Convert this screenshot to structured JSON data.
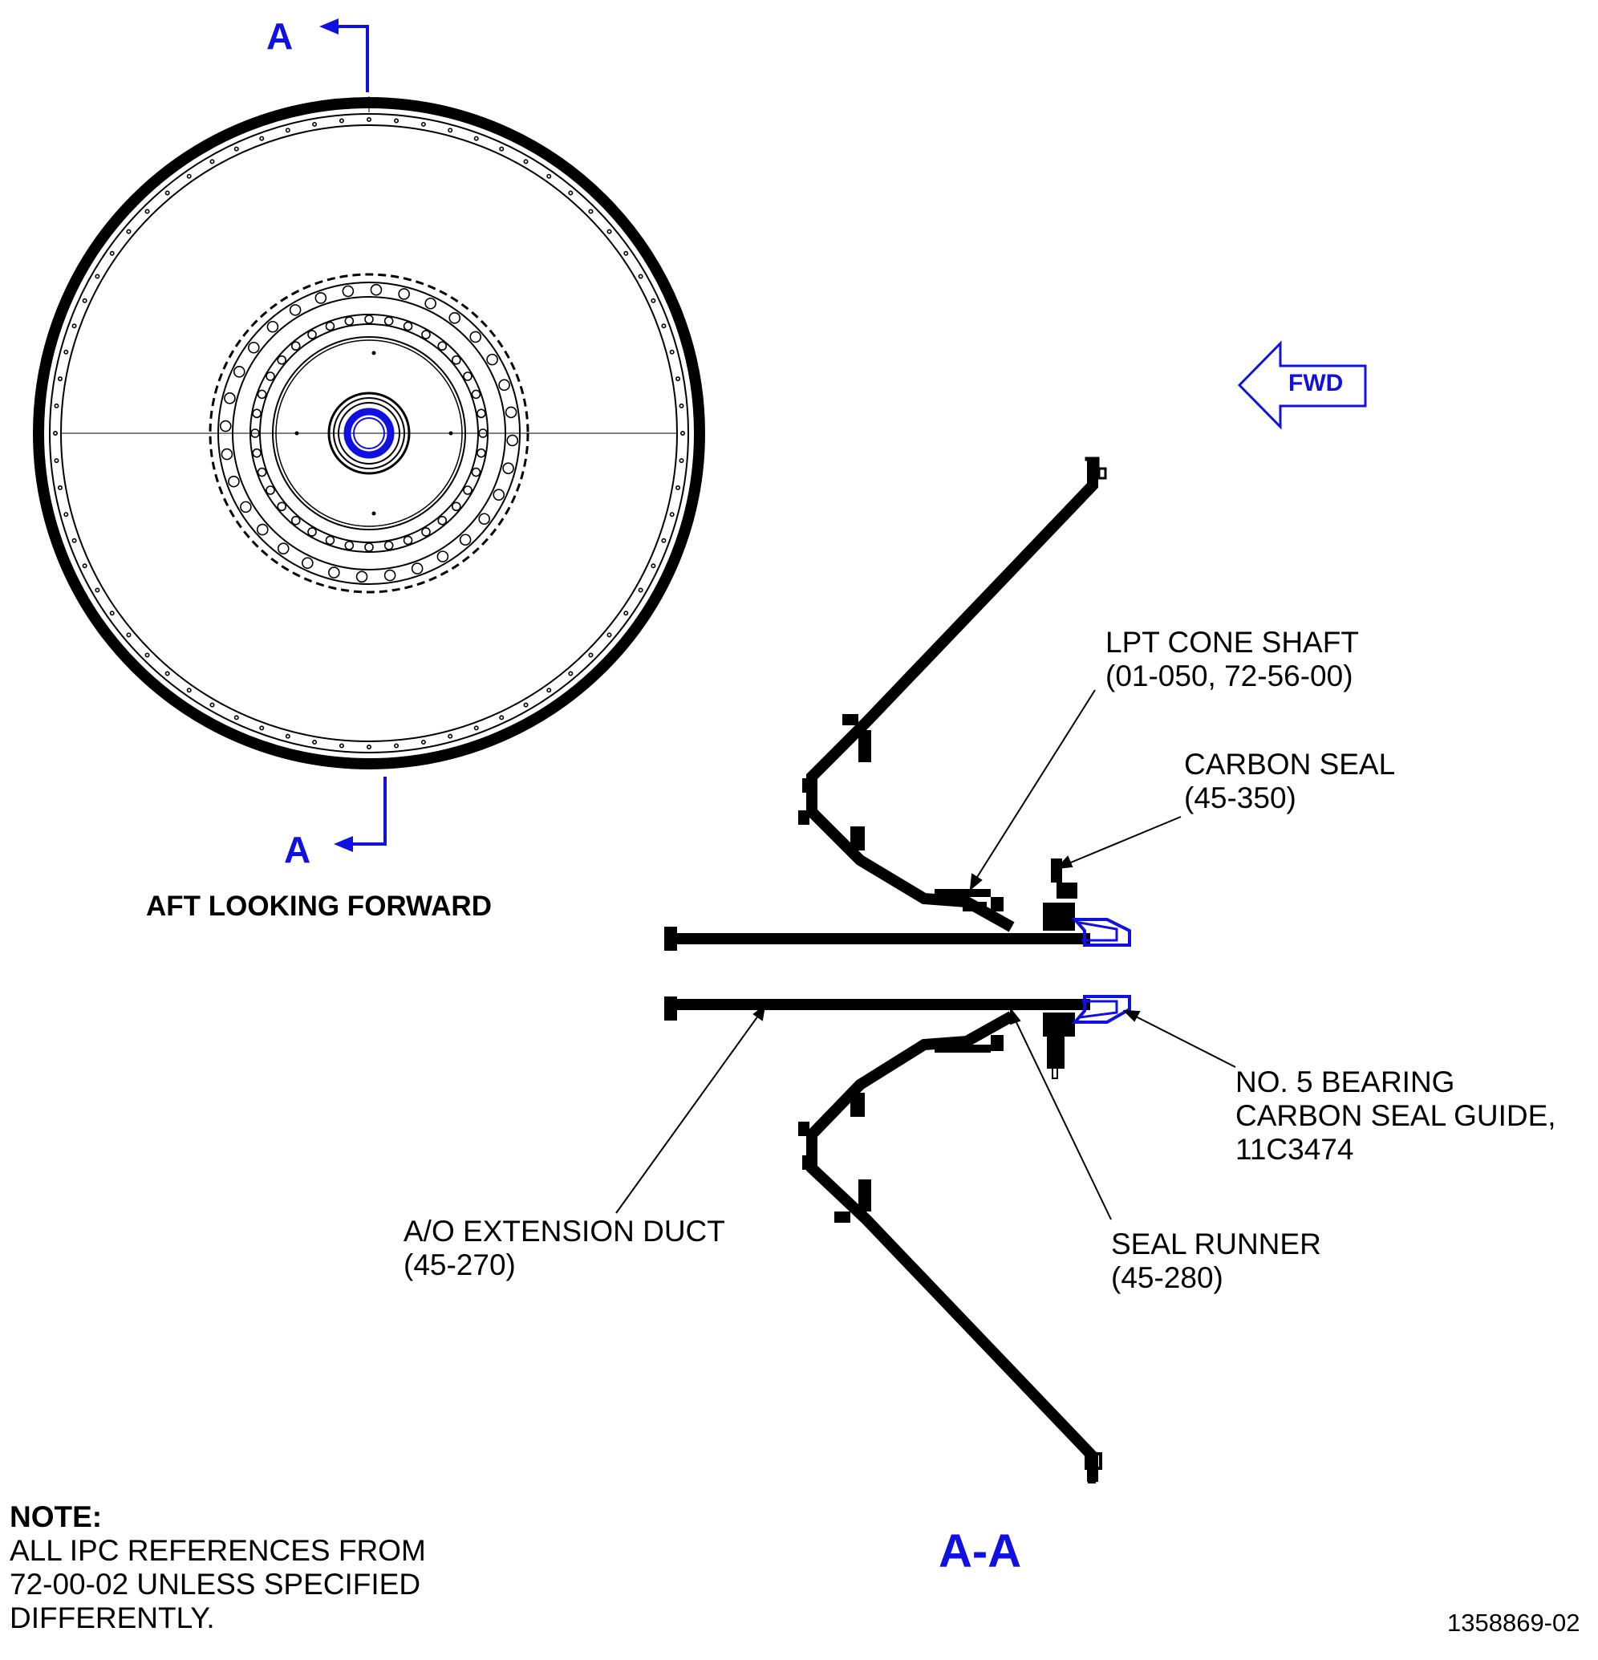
{
  "section_marker_top": "A",
  "section_marker_bottom": "A",
  "view_caption": "AFT LOOKING FORWARD",
  "fwd_label": "FWD",
  "section_title": "A-A",
  "callouts": {
    "lpt_cone_shaft": [
      "LPT CONE SHAFT",
      "(01-050, 72-56-00)"
    ],
    "carbon_seal": [
      "CARBON SEAL",
      "(45-350)"
    ],
    "bearing_guide": [
      "NO. 5 BEARING",
      "CARBON SEAL GUIDE,",
      "11C3474"
    ],
    "extension_duct": [
      "A/O EXTENSION DUCT",
      "(45-270)"
    ],
    "seal_runner": [
      "SEAL RUNNER",
      "(45-280)"
    ]
  },
  "note": {
    "heading": "NOTE:",
    "lines": [
      "ALL IPC REFERENCES FROM",
      "72-00-02 UNLESS SPECIFIED",
      "DIFFERENTLY."
    ]
  },
  "figure_id": "1358869-02",
  "colors": {
    "highlight": "#1010e0",
    "line": "#000000"
  }
}
